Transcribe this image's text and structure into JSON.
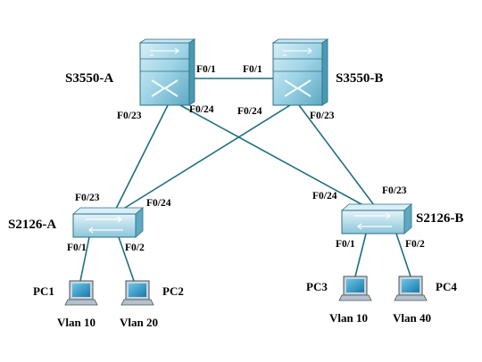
{
  "devices": {
    "s3550a": "S3550-A",
    "s3550b": "S3550-B",
    "s2126a": "S2126-A",
    "s2126b": "S2126-B"
  },
  "ports": {
    "a_f01": "F0/1",
    "b_f01": "F0/1",
    "a_f023": "F0/23",
    "a_f024": "F0/24",
    "b_f024": "F0/24",
    "b_f023": "F0/23",
    "s2a_f023": "F0/23",
    "s2a_f024": "F0/24",
    "s2a_f01": "F0/1",
    "s2a_f02": "F0/2",
    "s2b_f024": "F0/24",
    "s2b_f023": "F0/23",
    "s2b_f01": "F0/1",
    "s2b_f02": "F0/2"
  },
  "hosts": {
    "pc1": "PC1",
    "pc2": "PC2",
    "pc3": "PC3",
    "pc4": "PC4"
  },
  "vlans": {
    "pc1": "Vlan 10",
    "pc2": "Vlan 20",
    "pc3": "Vlan 10",
    "pc4": "Vlan 40"
  },
  "colors": {
    "link": "#1f6f80",
    "switch_face": "#9fd4e6",
    "switch_dark": "#4a9ab4",
    "pc_screen": "#2a98c8",
    "pc_body": "#c8d4dc"
  }
}
